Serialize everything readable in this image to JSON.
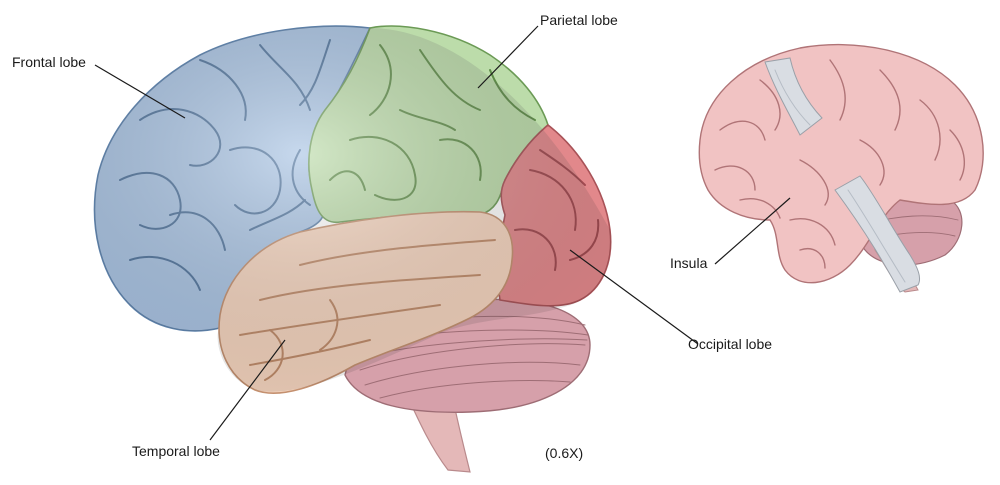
{
  "labels": {
    "frontal": "Frontal lobe",
    "parietal": "Parietal lobe",
    "temporal": "Temporal lobe",
    "occipital": "Occipital lobe",
    "insula": "Insula",
    "magnification": "(0.6X)"
  },
  "colors": {
    "frontal": "#a9c4e4",
    "parietal": "#bcdcaa",
    "temporal": "#f6d5bf",
    "occipital": "#e2888b",
    "cerebellum": "#d6a0aa",
    "brainstem": "#e4b8b8",
    "insula_brain": "#f1c3c3",
    "retractor": "#d9dde3"
  }
}
